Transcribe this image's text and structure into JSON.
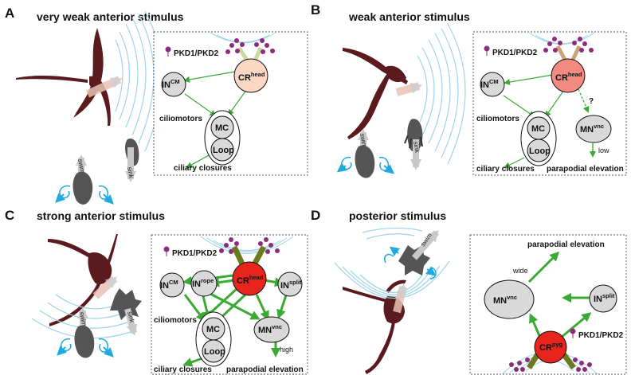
{
  "panels": {
    "a": {
      "letter": "A",
      "title": "very weak anterior stimulus",
      "receptor_legend": "PKD1/PKD2",
      "node_in_cm": {
        "base": "IN",
        "sup": "CM"
      },
      "node_cr": {
        "base": "CR",
        "sup": "head"
      },
      "node_mc": "MC",
      "node_loop": "Loop",
      "ciliomotors": "ciliomotors",
      "ciliary_closures": "ciliary closures",
      "swim": "swim",
      "sink": "sink",
      "colors": {
        "cr_fill": "#fbd8c4"
      }
    },
    "b": {
      "letter": "B",
      "title": "weak anterior stimulus",
      "receptor_legend": "PKD1/PKD2",
      "node_in_cm": {
        "base": "IN",
        "sup": "CM"
      },
      "node_cr": {
        "base": "CR",
        "sup": "head"
      },
      "node_mc": "MC",
      "node_loop": "Loop",
      "node_mn": {
        "base": "MN",
        "sup": "vnc"
      },
      "question": "?",
      "low": "low",
      "ciliomotors": "ciliomotors",
      "ciliary_closures": "ciliary closures",
      "parapodial_elevation": "parapodial elevation",
      "swim": "swim",
      "sink": "sink",
      "colors": {
        "cr_fill": "#f28a80"
      }
    },
    "c": {
      "letter": "C",
      "title": "strong anterior stimulus",
      "receptor_legend": "PKD1/PKD2",
      "node_in_cm": {
        "base": "IN",
        "sup": "CM"
      },
      "node_in_rope": {
        "base": "IN",
        "sup": "rope"
      },
      "node_cr": {
        "base": "CR",
        "sup": "head"
      },
      "node_in_split": {
        "base": "IN",
        "sup": "split"
      },
      "node_mc": "MC",
      "node_loop": "Loop",
      "node_mn": {
        "base": "MN",
        "sup": "vnc"
      },
      "high": "high",
      "ciliomotors": "ciliomotors",
      "ciliary_closures": "ciliary closures",
      "parapodial_elevation": "parapodial elevation",
      "swim": "swim",
      "sink": "sink",
      "colors": {
        "cr_fill": "#e8251c"
      }
    },
    "d": {
      "letter": "D",
      "title": "posterior stimulus",
      "receptor_legend": "PKD1/PKD2",
      "parapodial_elevation": "parapodial elevation",
      "wide": "wide",
      "node_mn": {
        "base": "MN",
        "sup": "vnc"
      },
      "node_in_split": {
        "base": "IN",
        "sup": "split"
      },
      "node_cr": {
        "base": "CR",
        "sup": "pyg"
      },
      "swim": "swim",
      "colors": {
        "cr_fill": "#e8251c"
      }
    }
  },
  "colors": {
    "arrow_green": "#3aaa35",
    "node_gray": "#d9d9d9",
    "larva_dark": "#5a1a1e",
    "wave_blue": "#9fd4e8",
    "receptor_magenta": "#8b2d7c",
    "cilia_green": "#6b7a1e"
  }
}
